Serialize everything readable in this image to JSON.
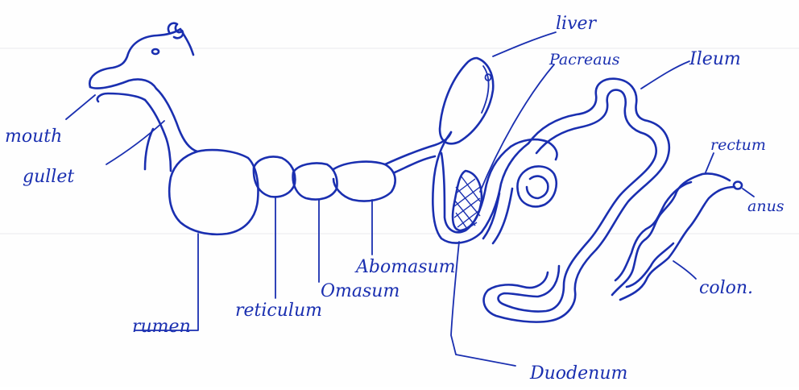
{
  "ink_color": "#1a2fb0",
  "labels": {
    "mouth": "mouth",
    "gullet": "gullet",
    "rumen": "rumen",
    "reticulum": "reticulum",
    "omasum": "Omasum",
    "abomasum": "Abomasum",
    "liver": "liver",
    "pancreas": "Pacreaus",
    "ileum": "Ileum",
    "rectum": "rectum",
    "anus": "anus",
    "colon": "colon.",
    "duodenum": "Duodenum"
  }
}
